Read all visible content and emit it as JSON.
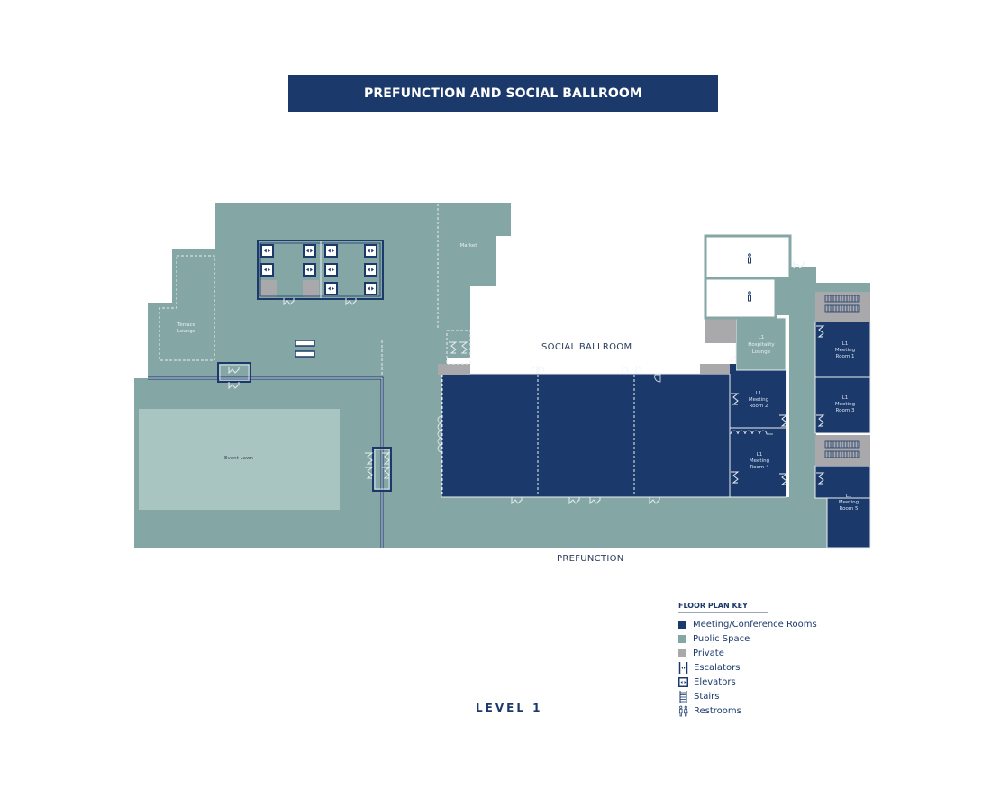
{
  "title": "PREFUNCTION AND SOCIAL BALLROOM",
  "level": "LEVEL 1",
  "colors": {
    "meeting": "#1b3a6b",
    "public": "#84a6a5",
    "private": "#a9a9ab",
    "lawn": "#a8c5c2",
    "line": "#e8eef2",
    "dark_line": "#1b3a6b"
  },
  "areas": {
    "social_ballroom": "SOCIAL BALLROOM",
    "prefunction": "PREFUNCTION",
    "terrace_lounge_1": "Terrace",
    "terrace_lounge_2": "Lounge",
    "market": "Market",
    "event_lawn": "Event Lawn"
  },
  "rooms": [
    {
      "id": "hospitality-lounge",
      "lines": [
        "L1",
        "Hospitality",
        "Lounge"
      ]
    },
    {
      "id": "meeting-room-1",
      "lines": [
        "L1",
        "Meeting",
        "Room 1"
      ]
    },
    {
      "id": "meeting-room-2",
      "lines": [
        "L1",
        "Meeting",
        "Room 2"
      ]
    },
    {
      "id": "meeting-room-3",
      "lines": [
        "L1",
        "Meeting",
        "Room 3"
      ]
    },
    {
      "id": "meeting-room-4",
      "lines": [
        "L1",
        "Meeting",
        "Room 4"
      ]
    },
    {
      "id": "meeting-room-5",
      "lines": [
        "L1",
        "Meeting",
        "Room 5"
      ]
    }
  ],
  "legend": {
    "title": "FLOOR PLAN KEY",
    "items": [
      {
        "label": "Meeting/Conference Rooms",
        "type": "swatch",
        "color": "#1b3a6b"
      },
      {
        "label": "Public Space",
        "type": "swatch",
        "color": "#84a6a5"
      },
      {
        "label": "Private",
        "type": "swatch",
        "color": "#a9a9ab"
      },
      {
        "label": "Escalators",
        "type": "icon",
        "icon": "escalator-icon"
      },
      {
        "label": "Elevators",
        "type": "icon",
        "icon": "elevator-icon"
      },
      {
        "label": "Stairs",
        "type": "icon",
        "icon": "stairs-icon"
      },
      {
        "label": "Restrooms",
        "type": "icon",
        "icon": "restroom-icon"
      }
    ]
  }
}
